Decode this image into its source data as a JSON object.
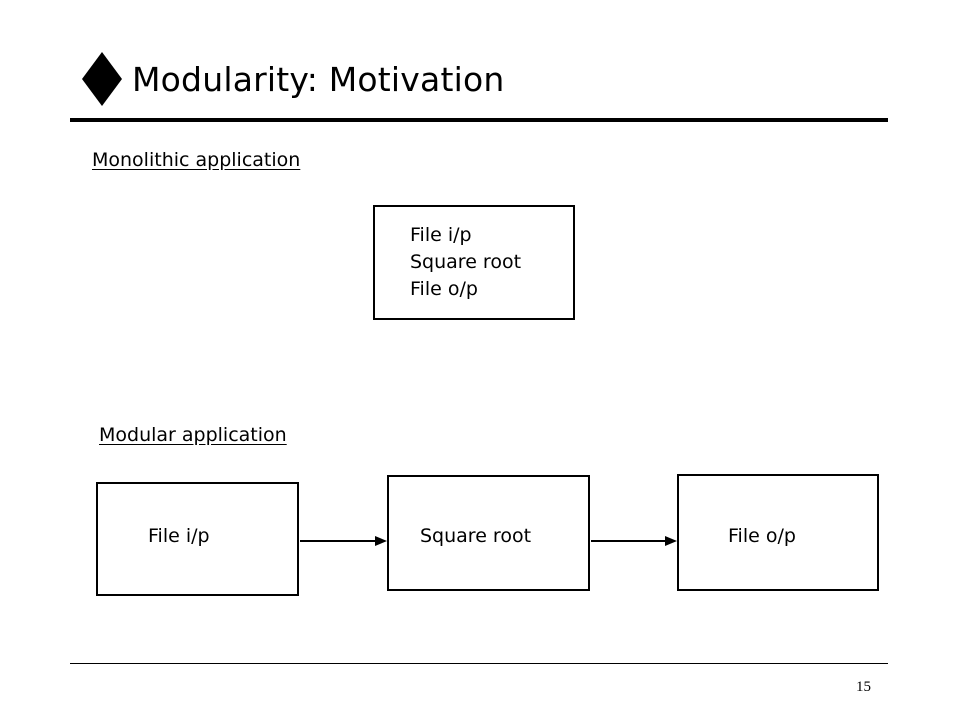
{
  "slide": {
    "title": "Modularity: Motivation",
    "page_number": "15"
  },
  "monolithic": {
    "heading": "Monolithic application",
    "box_lines": [
      "File i/p",
      "Square root",
      "File o/p"
    ]
  },
  "modular": {
    "heading": "Modular application",
    "modules": [
      "File i/p",
      "Square root",
      "File o/p"
    ]
  },
  "colors": {
    "ink": "#000000",
    "background": "#ffffff"
  },
  "icons": {
    "title_bullet": "diamond-icon",
    "flow_arrow": "arrow-right-icon"
  }
}
